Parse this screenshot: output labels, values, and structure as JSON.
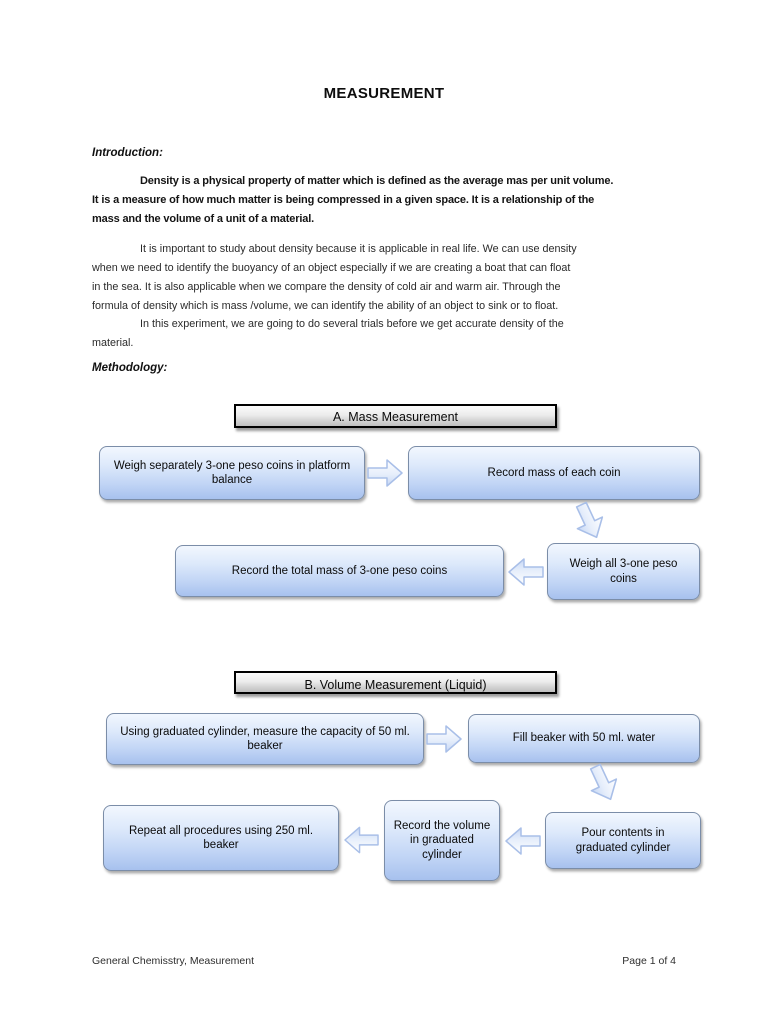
{
  "document": {
    "title": "MEASUREMENT"
  },
  "introduction": {
    "heading": "Introduction:",
    "paragraph1_lines": [
      "Density is a physical property of matter which is defined as the average mas per unit volume.",
      "It is a measure of how much matter is being compressed in a given space. It is a relationship of the",
      "mass and the volume of a unit of a material."
    ],
    "paragraph2_lines": [
      "It is important to study about density because it is applicable in real life. We can use density",
      "when we need to identify the buoyancy of an object especially if we are creating a boat that can float",
      "in the sea. It is also applicable when we compare the density of cold air and warm air. Through the",
      "formula of density which is mass /volume, we can identify the ability of an object to sink or to float."
    ],
    "paragraph3_lines": [
      "In this experiment, we are going to do several trials before we get accurate density of the",
      "material."
    ]
  },
  "methodology": {
    "heading": "Methodology:",
    "flowchart_a": {
      "title": "A. Mass Measurement",
      "steps": [
        "Weigh separately 3-one peso coins in platform balance",
        "Record mass of each coin",
        "Weigh all 3-one peso coins",
        "Record the total mass of 3-one peso coins"
      ]
    },
    "flowchart_b": {
      "title": "B. Volume Measurement (Liquid)",
      "steps": [
        "Using graduated cylinder, measure the capacity of 50 ml. beaker",
        "Fill beaker with 50 ml. water",
        "Pour contents in graduated cylinder",
        "Record the volume in graduated cylinder",
        "Repeat all procedures using 250 ml. beaker"
      ]
    }
  },
  "footer": {
    "left": "General Chemisstry, Measurement",
    "right": "Page 1 of 4"
  },
  "colors": {
    "step_box_top": "#f2f7fe",
    "step_box_bottom": "#a7c1ee",
    "step_box_border": "#7b8da8",
    "header_box_top": "#fbfbfb",
    "header_box_bottom": "#bfbfbf",
    "header_box_border": "#000000",
    "arrow_fill_top": "#ffffff",
    "arrow_fill_bottom": "#c7d8f5",
    "arrow_border": "#a9bfe8",
    "text": "#1a1a1a"
  }
}
